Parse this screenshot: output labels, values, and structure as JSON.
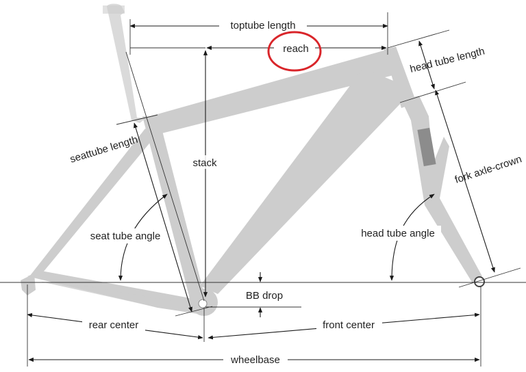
{
  "diagram": {
    "labels": {
      "toptube_length": "toptube length",
      "reach": "reach",
      "head_tube_length": "head tube length",
      "seattube_length": "seattube length",
      "stack": "stack",
      "fork_axle_crown": "fork axle-crown",
      "seat_tube_angle": "seat tube angle",
      "head_tube_angle": "head tube angle",
      "bb_drop": "BB drop",
      "rear_center": "rear center",
      "front_center": "front center",
      "wheelbase": "wheelbase"
    },
    "highlight": {
      "target": "reach",
      "color": "#d9252a"
    },
    "colors": {
      "frame": "#cdcdcd",
      "lines": "#1a1a1a"
    }
  }
}
